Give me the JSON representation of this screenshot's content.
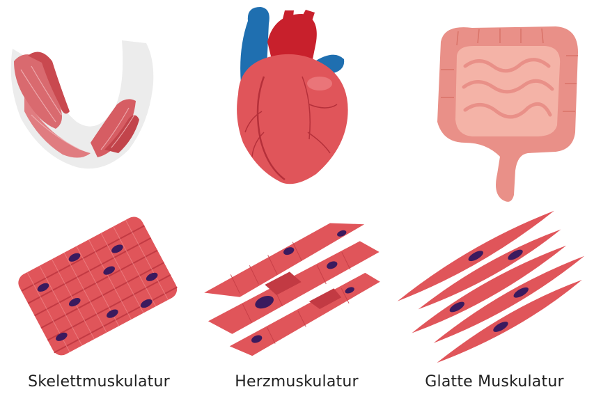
{
  "panels": [
    {
      "label": "Skelettmuskulatur",
      "organ_icon": "arm-muscle-icon",
      "tissue_icon": "skeletal-muscle-tissue-icon"
    },
    {
      "label": "Herzmuskulatur",
      "organ_icon": "heart-icon",
      "tissue_icon": "cardiac-muscle-tissue-icon"
    },
    {
      "label": "Glatte Muskulatur",
      "organ_icon": "intestine-icon",
      "tissue_icon": "smooth-muscle-tissue-icon"
    }
  ],
  "colors": {
    "muscle_red": "#e0555a",
    "muscle_dark": "#c23a43",
    "nucleus": "#3b1a5e",
    "vein_blue": "#1f6fb0",
    "artery_red": "#c8202c",
    "intestine_pink": "#e99088",
    "skin_gray": "#ebebeb"
  }
}
